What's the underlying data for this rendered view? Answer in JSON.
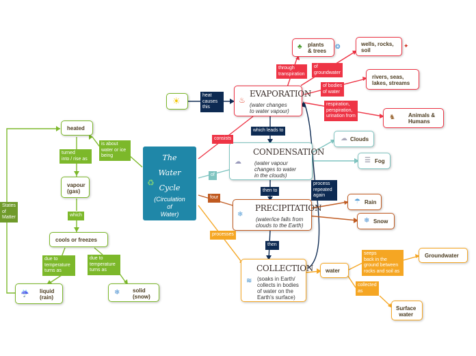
{
  "center": {
    "title_lines": [
      "The",
      "Water",
      "Cycle"
    ],
    "subtitle_lines": [
      "(Circulation",
      "of",
      "Water)"
    ]
  },
  "sun": {
    "icon": "sun-icon"
  },
  "heat_label": [
    "heat",
    "causes",
    "this"
  ],
  "evaporation": {
    "title": "EVAPORATION",
    "sub": [
      "(water changes",
      "to water vapour)"
    ]
  },
  "condensation": {
    "title": "CONDENSATION",
    "sub": [
      "(water vapour",
      "changes to water",
      "in the clouds)"
    ]
  },
  "precipitation": {
    "title": "PRECIPITATION",
    "sub": [
      "(water/ice falls from",
      "clouds to the Earth)"
    ]
  },
  "collection": {
    "title": "COLLECTION",
    "sub": [
      "(soaks in Earth/",
      "collects in bodies",
      "of water on the",
      "Earth's surface)"
    ]
  },
  "links": {
    "consists": "consists",
    "of": "of",
    "four": "four",
    "processes": "processes",
    "which_leads_to": "which leads to",
    "then_to": "then to",
    "then": "then",
    "process_repeated": [
      "process",
      "repeated",
      "again"
    ]
  },
  "evap_branches": {
    "through_transpiration": [
      "through",
      "transpiration"
    ],
    "of_groundwater": [
      "of",
      "groundwater"
    ],
    "of_bodies": [
      "of bodies",
      "of water"
    ],
    "respiration": [
      "respiration,",
      "perspiration,",
      "urination from"
    ],
    "plants": [
      "plants",
      "& trees"
    ],
    "wells": [
      "wells, rocks,",
      "soil"
    ],
    "rivers": [
      "rivers, seas,",
      "lakes, streams"
    ],
    "animals": [
      "Animals &",
      "Humans"
    ]
  },
  "cond_branches": {
    "clouds": "Clouds",
    "fog": "Fog"
  },
  "prec_branches": {
    "rain": "Rain",
    "snow": "Snow"
  },
  "coll_branches": {
    "water": "water",
    "seeps": [
      "seeps",
      "back in the",
      "ground between",
      "rocks and soil as"
    ],
    "collected_as": [
      "collected",
      "as"
    ],
    "groundwater": "Groundwater",
    "surface_water": [
      "Surface",
      "water"
    ]
  },
  "states": {
    "is_about": [
      "is about",
      "water or ice",
      "being"
    ],
    "heated": "heated",
    "turned_into": [
      "turned",
      "into / rise as"
    ],
    "vapour": [
      "vapour",
      "(gas)"
    ],
    "which": "which",
    "cools": "cools or freezes",
    "temp1": [
      "due to",
      "temperature",
      "turns as"
    ],
    "temp2": [
      "due to",
      "temperature",
      "turns as"
    ],
    "liquid": [
      "liquid",
      "(rain)"
    ],
    "solid": [
      "solid",
      "(snow)"
    ],
    "states_of_matter": [
      "States",
      "of",
      "Matter"
    ]
  },
  "colors": {
    "center": "#1f87a8",
    "navy": "#0d2a52",
    "red": "#ee3445",
    "teal": "#7fc4c0",
    "rust": "#c05a20",
    "orange": "#f5a623",
    "green": "#7cb82a",
    "olive": "#6f9a2a"
  }
}
